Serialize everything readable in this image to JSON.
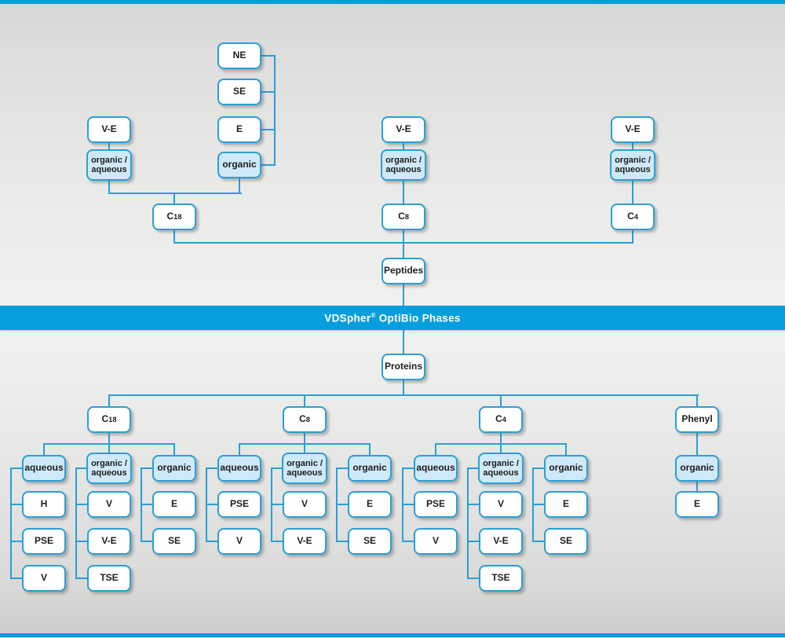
{
  "banner": {
    "label": "VDSpher® OptiBio Phases"
  },
  "colors": {
    "banner_blue": "#079edd",
    "line_blue": "#2a9fd6",
    "category_fill": "#cfe9f9",
    "box_fill": "#ffffff",
    "text": "#1d1d1b"
  },
  "nodes": {
    "p_ne": "NE",
    "p_se": "SE",
    "p_e": "E",
    "p_org": "organic",
    "p_c18_ve": "V-E",
    "p_c18_oa": "organic /\naqueous",
    "p_c18": "C18",
    "p_c8_ve": "V-E",
    "p_c8_oa": "organic /\naqueous",
    "p_c8": "C8",
    "p_c4_ve": "V-E",
    "p_c4_oa": "organic /\naqueous",
    "p_c4": "C4",
    "peptides": "Peptides",
    "proteins": "Proteins",
    "b_c18": "C18",
    "b_c8": "C8",
    "b_c4": "C4",
    "b_phenyl": "Phenyl",
    "b_c18_aq": "aqueous",
    "b_c18_aq_h": "H",
    "b_c18_aq_pse": "PSE",
    "b_c18_aq_v": "V",
    "b_c18_oa": "organic /\naqueous",
    "b_c18_oa_v": "V",
    "b_c18_oa_ve": "V-E",
    "b_c18_oa_tse": "TSE",
    "b_c18_org": "organic",
    "b_c18_org_e": "E",
    "b_c18_org_se": "SE",
    "b_c8_aq": "aqueous",
    "b_c8_aq_pse": "PSE",
    "b_c8_aq_v": "V",
    "b_c8_oa": "organic /\naqueous",
    "b_c8_oa_v": "V",
    "b_c8_oa_ve": "V-E",
    "b_c8_org": "organic",
    "b_c8_org_e": "E",
    "b_c8_org_se": "SE",
    "b_c4_aq": "aqueous",
    "b_c4_aq_pse": "PSE",
    "b_c4_aq_v": "V",
    "b_c4_oa": "organic /\naqueous",
    "b_c4_oa_v": "V",
    "b_c4_oa_ve": "V-E",
    "b_c4_oa_tse": "TSE",
    "b_c4_org": "organic",
    "b_c4_org_e": "E",
    "b_c4_org_se": "SE",
    "b_phenyl_org": "organic",
    "b_phenyl_org_e": "E"
  },
  "structure": {
    "peptides_branches": [
      {
        "column": "C18",
        "modes": [
          {
            "mode": "organic / aqueous",
            "phases": [
              "V-E"
            ]
          },
          {
            "mode": "organic",
            "phases": [
              "NE",
              "SE",
              "E"
            ]
          }
        ]
      },
      {
        "column": "C8",
        "modes": [
          {
            "mode": "organic / aqueous",
            "phases": [
              "V-E"
            ]
          }
        ]
      },
      {
        "column": "C4",
        "modes": [
          {
            "mode": "organic / aqueous",
            "phases": [
              "V-E"
            ]
          }
        ]
      }
    ],
    "proteins_branches": [
      {
        "column": "C18",
        "modes": [
          {
            "mode": "aqueous",
            "phases": [
              "H",
              "PSE",
              "V"
            ]
          },
          {
            "mode": "organic / aqueous",
            "phases": [
              "V",
              "V-E",
              "TSE"
            ]
          },
          {
            "mode": "organic",
            "phases": [
              "E",
              "SE"
            ]
          }
        ]
      },
      {
        "column": "C8",
        "modes": [
          {
            "mode": "aqueous",
            "phases": [
              "PSE",
              "V"
            ]
          },
          {
            "mode": "organic / aqueous",
            "phases": [
              "V",
              "V-E"
            ]
          },
          {
            "mode": "organic",
            "phases": [
              "E",
              "SE"
            ]
          }
        ]
      },
      {
        "column": "C4",
        "modes": [
          {
            "mode": "aqueous",
            "phases": [
              "PSE",
              "V"
            ]
          },
          {
            "mode": "organic / aqueous",
            "phases": [
              "V",
              "V-E",
              "TSE"
            ]
          },
          {
            "mode": "organic",
            "phases": [
              "E",
              "SE"
            ]
          }
        ]
      },
      {
        "column": "Phenyl",
        "modes": [
          {
            "mode": "organic",
            "phases": [
              "E"
            ]
          }
        ]
      }
    ]
  }
}
